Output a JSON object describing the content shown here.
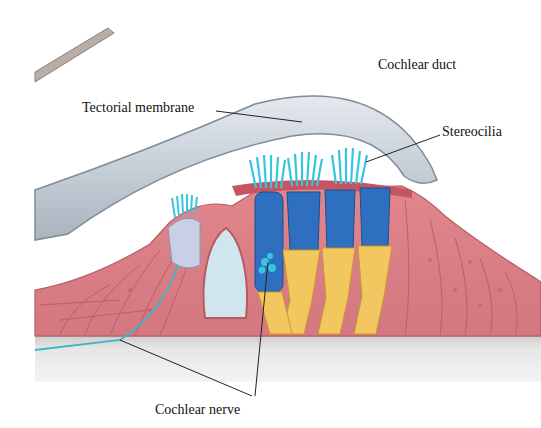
{
  "diagram": {
    "labels": [
      "Cochlear duct",
      "Tectorial membrane",
      "Stereocilia",
      "Cochlear nerve"
    ]
  }
}
